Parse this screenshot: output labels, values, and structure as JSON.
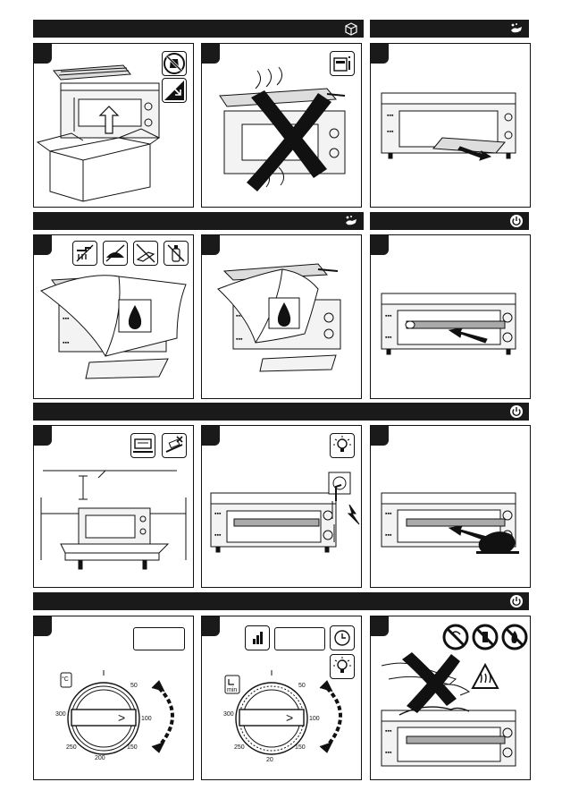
{
  "dial_temperature": {
    "unit": "°C",
    "labels": [
      "50",
      "100",
      "150",
      "200",
      "250",
      "300"
    ]
  },
  "dial_timer": {
    "unit": "min",
    "labels": [
      "50",
      "100",
      "150",
      "20",
      "250",
      "300"
    ]
  },
  "dial_pointer": ">"
}
